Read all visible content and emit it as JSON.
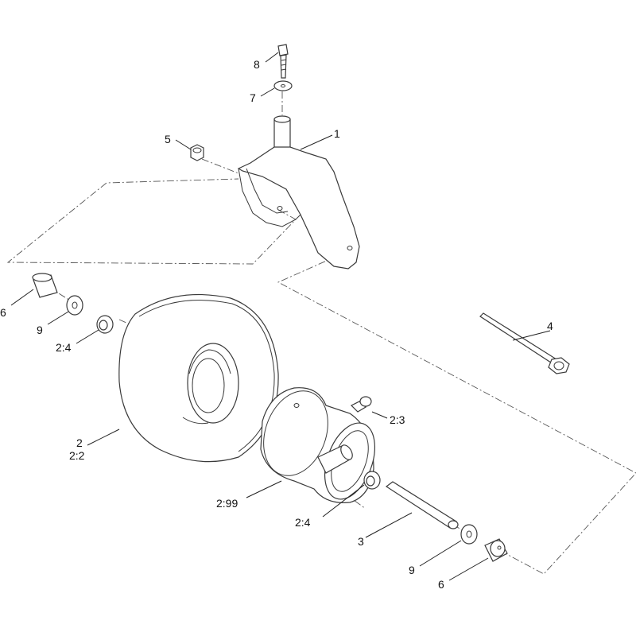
{
  "callouts": {
    "bolt_top": "8",
    "washer_top": "7",
    "nut": "5",
    "fork": "1",
    "spacer_left": "6",
    "washer_left": "9",
    "bearing_left": "2:4",
    "axle_bolt": "4",
    "tire_a": "2",
    "tire_b": "2:2",
    "valve": "2:3",
    "rim": "2:99",
    "bearing_right": "2:4",
    "axle_sleeve": "3",
    "washer_right": "9",
    "spacer_right": "6"
  }
}
